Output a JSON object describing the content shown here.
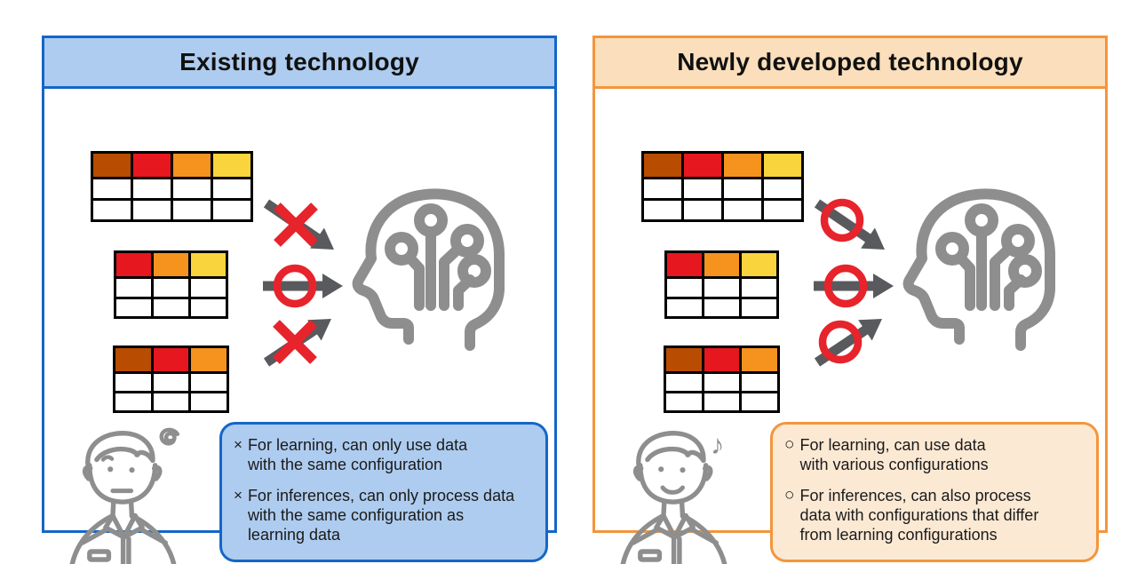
{
  "colors": {
    "background": "#FFFFFF",
    "arrow_gray": "#595A5E",
    "icon_gray": "#8E8E8E",
    "mark_red": "#E7232B",
    "table_border": "#000000",
    "text": "#1A1A1A"
  },
  "panels": [
    {
      "title": "Existing technology",
      "accent": "#1566C8",
      "header_bg": "#AECCEF",
      "note_bg": "#AECCEF",
      "person_mood": "worried",
      "tables": [
        {
          "header_colors": [
            "#B84C00",
            "#E6171E",
            "#F6921E",
            "#F9D43C"
          ],
          "body_rows": 2
        },
        {
          "header_colors": [
            "#E6171E",
            "#F6921E",
            "#F9D43C"
          ],
          "body_rows": 2
        },
        {
          "header_colors": [
            "#B84C00",
            "#E6171E",
            "#F6921E"
          ],
          "body_rows": 2
        }
      ],
      "marks": [
        "cross",
        "ring",
        "cross"
      ],
      "notes": [
        {
          "marker": "×",
          "lines": [
            "For learning, can only use data",
            "with the same configuration"
          ]
        },
        {
          "marker": "×",
          "lines": [
            "For inferences, can only process data",
            "with the same configuration as",
            "learning data"
          ]
        }
      ]
    },
    {
      "title": "Newly developed technology",
      "accent": "#F4953C",
      "header_bg": "#FBDFBC",
      "note_bg": "#FCE9D4",
      "person_mood": "happy",
      "tables": [
        {
          "header_colors": [
            "#B84C00",
            "#E6171E",
            "#F6921E",
            "#F9D43C"
          ],
          "body_rows": 2
        },
        {
          "header_colors": [
            "#E6171E",
            "#F6921E",
            "#F9D43C"
          ],
          "body_rows": 2
        },
        {
          "header_colors": [
            "#B84C00",
            "#E6171E",
            "#F6921E"
          ],
          "body_rows": 2
        }
      ],
      "marks": [
        "ring",
        "ring",
        "ring"
      ],
      "notes": [
        {
          "marker": "○",
          "lines": [
            "For learning, can use data",
            "with various configurations"
          ]
        },
        {
          "marker": "○",
          "lines": [
            "For inferences, can also process",
            "data with configurations that differ",
            "from learning configurations"
          ]
        }
      ]
    }
  ]
}
